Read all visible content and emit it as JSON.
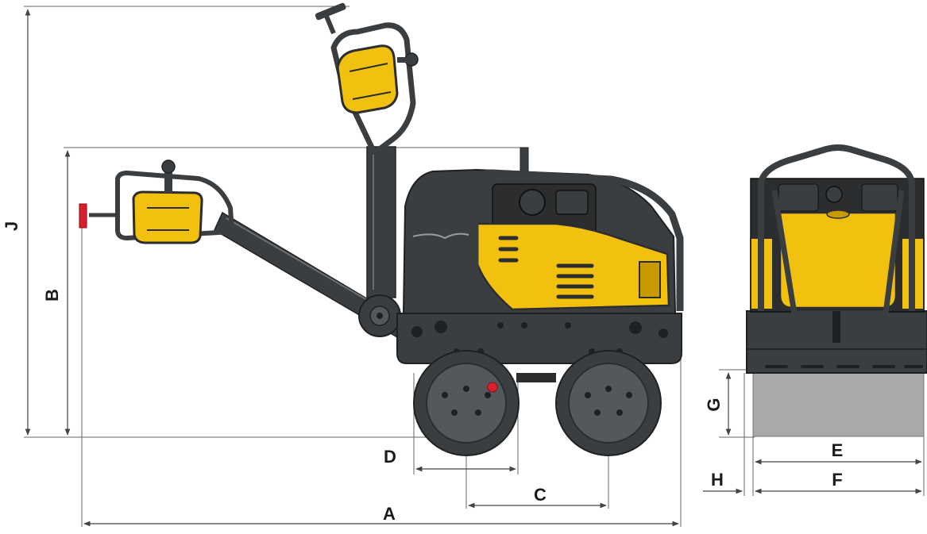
{
  "dimension_labels": {
    "A": "A",
    "B": "B",
    "C": "C",
    "D": "D",
    "E": "E",
    "F": "F",
    "G": "G",
    "H": "H",
    "J": "J"
  },
  "colors": {
    "body_dark": "#3b3e40",
    "body_darker": "#2b2d2f",
    "frame": "#4a4d50",
    "accent_yellow": "#f2c10f",
    "accent_yellow_dark": "#c99a00",
    "drum_face": "#55585b",
    "red_marker": "#d9212b",
    "dimension_line": "#555555",
    "ground_block": "#a9a9a9"
  }
}
